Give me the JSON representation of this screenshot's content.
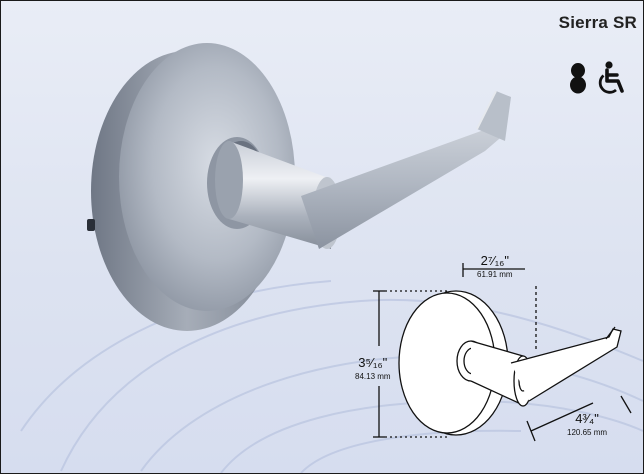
{
  "product": {
    "title": "Sierra SR"
  },
  "icons": {
    "grade": "grade-badge-icon",
    "accessibility": "wheelchair-accessible-icon"
  },
  "dimensions": {
    "width": {
      "inches": "2⁷⁄₁₆\"",
      "mm": "61.91 mm"
    },
    "height": {
      "inches": "3⁵⁄₁₆\"",
      "mm": "84.13 mm"
    },
    "projection": {
      "inches": "4³⁄₄\"",
      "mm": "120.65 mm"
    }
  },
  "colors": {
    "background": "#e0e6f3",
    "border": "#1a1a1a",
    "satin_chrome": "#a9b1bc"
  }
}
